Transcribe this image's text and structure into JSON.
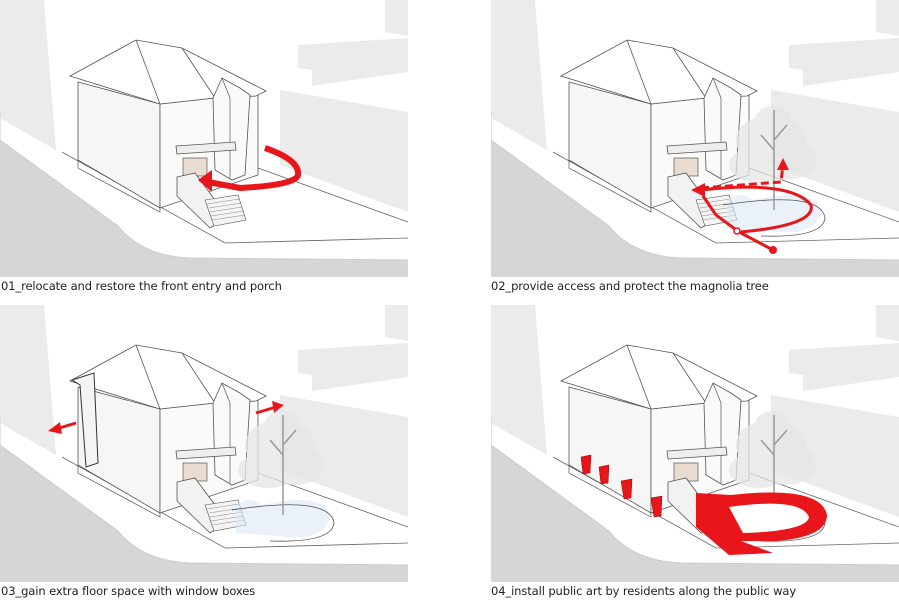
{
  "panels": [
    {
      "id": "01",
      "caption": "01_relocate and restore the front entry and porch"
    },
    {
      "id": "02",
      "caption": "02_provide access and protect the magnolia tree"
    },
    {
      "id": "03",
      "caption": "03_gain extra floor space with window boxes"
    },
    {
      "id": "04",
      "caption": "04_install public art by residents along the public way"
    }
  ],
  "colors": {
    "accent": "#e8161b",
    "road": "#d6d6d6",
    "building": "#ebebeb",
    "line": "#555555"
  }
}
